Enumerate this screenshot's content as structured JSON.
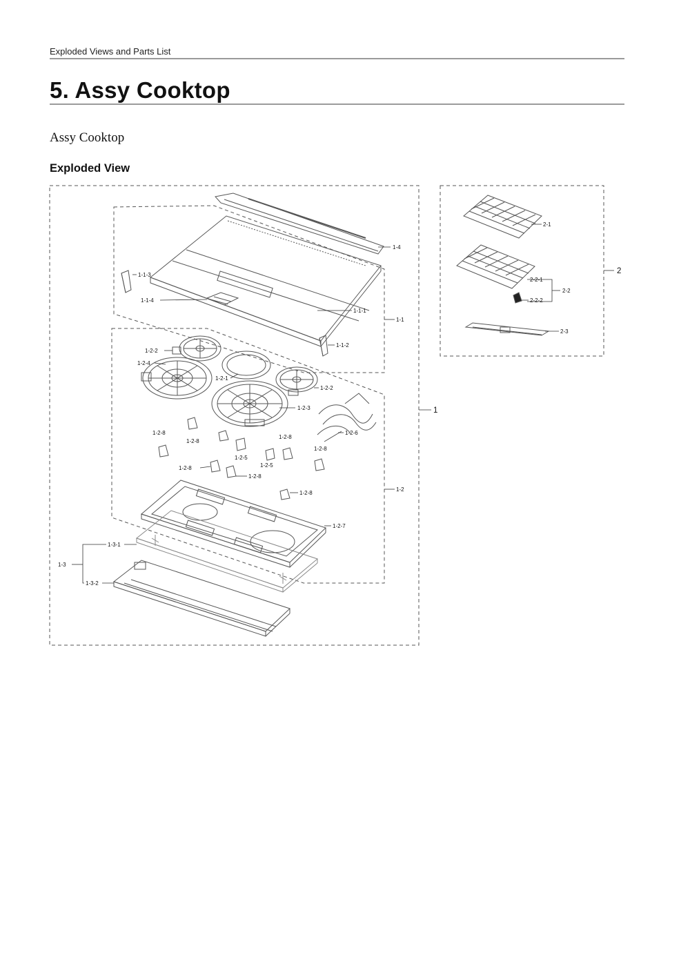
{
  "header": {
    "running_title": "Exploded Views and Parts List"
  },
  "section": {
    "title": "5.  Assy Cooktop",
    "subtitle": "Assy Cooktop"
  },
  "view": {
    "heading": "Exploded View"
  },
  "callouts": {
    "c1": "1",
    "c1_1": "1-1",
    "c1_1_1": "1-1-1",
    "c1_1_2": "1-1-2",
    "c1_1_3": "1-1-3",
    "c1_1_4": "1-1-4",
    "c1_2": "1-2",
    "c1_2_1": "1-2-1",
    "c1_2_2": "1-2-2",
    "c1_2_3": "1-2-3",
    "c1_2_4": "1-2-4",
    "c1_2_5": "1-2-5",
    "c1_2_6": "1-2-6",
    "c1_2_7": "1-2-7",
    "c1_2_8": "1-2-8",
    "c1_3": "1-3",
    "c1_3_1": "1-3-1",
    "c1_3_2": "1-3-2",
    "c1_4": "1-4",
    "c2": "2",
    "c2_1": "2-1",
    "c2_2": "2-2",
    "c2_2_1": "2-2-1",
    "c2_2_2": "2-2-2",
    "c2_3": "2-3"
  }
}
